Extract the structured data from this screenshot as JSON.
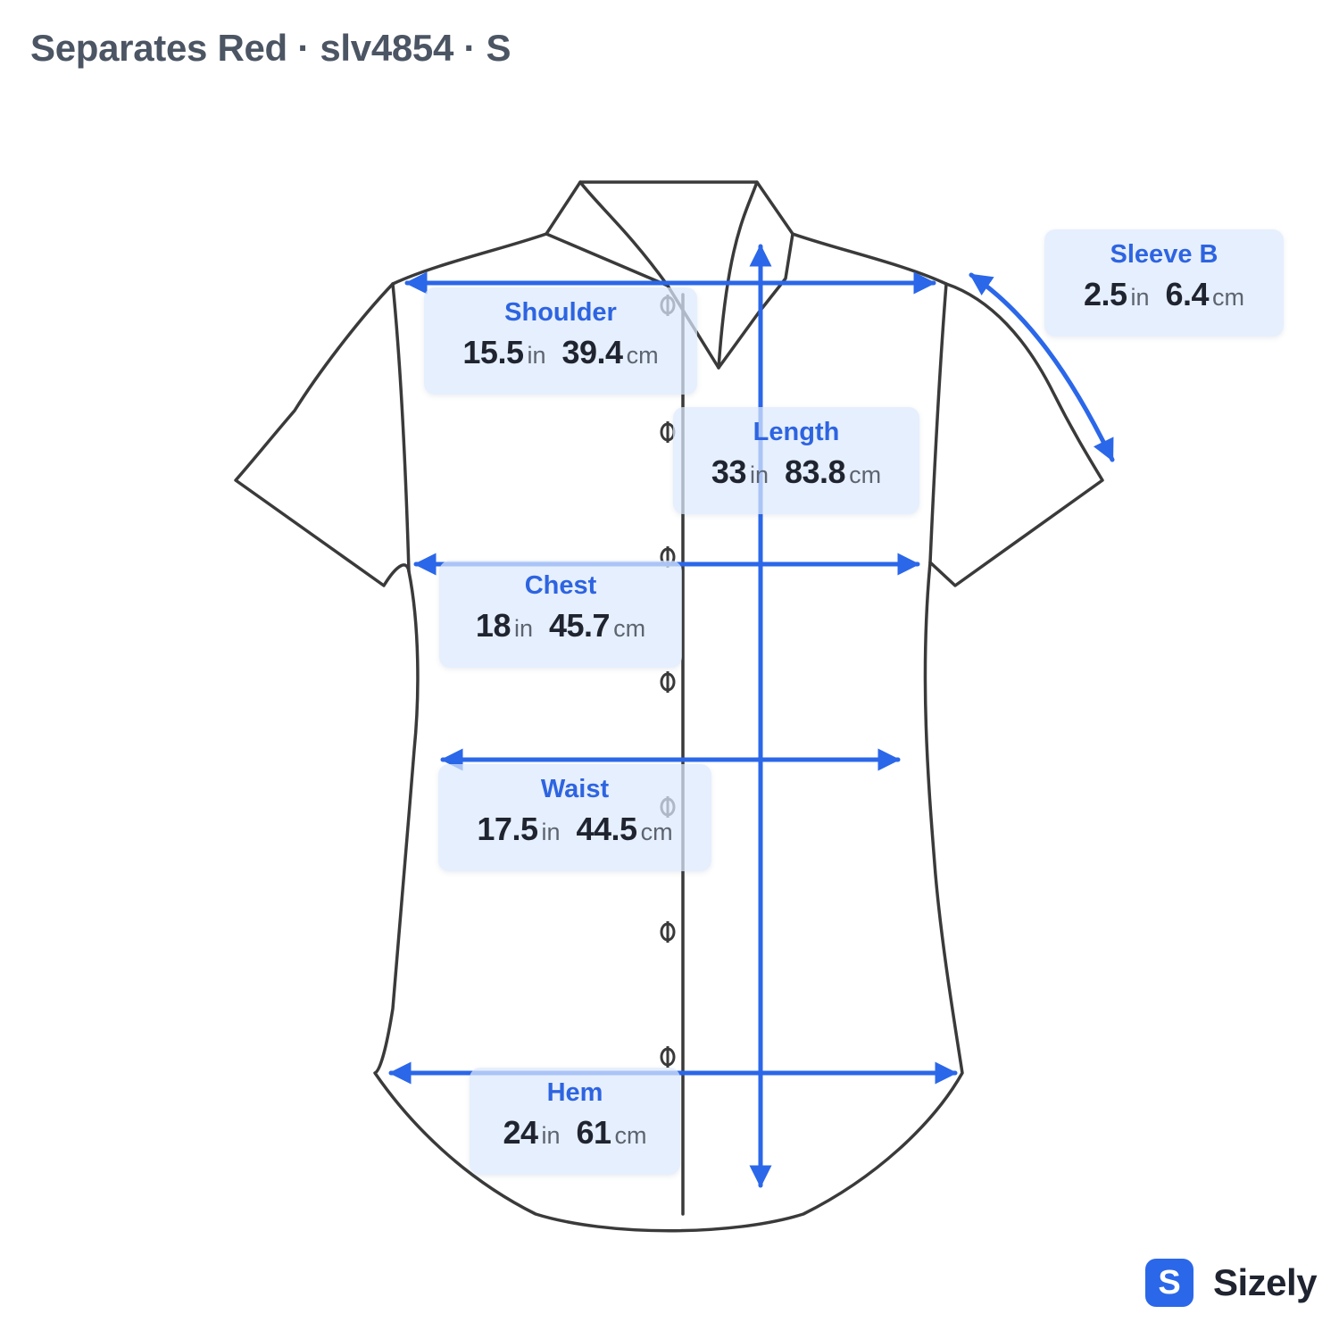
{
  "header": {
    "title": "Separates Red · slv4854 · S"
  },
  "colors": {
    "accent": "#2b67e9",
    "outline": "#3a3a3a",
    "card_bg": "#dde9fc"
  },
  "measurements": {
    "shoulder": {
      "label": "Shoulder",
      "in": "15.5",
      "cm": "39.4",
      "in_unit": "in",
      "cm_unit": "cm"
    },
    "sleeve": {
      "label": "Sleeve B",
      "in": "2.5",
      "cm": "6.4",
      "in_unit": "in",
      "cm_unit": "cm"
    },
    "length": {
      "label": "Length",
      "in": "33",
      "cm": "83.8",
      "in_unit": "in",
      "cm_unit": "cm"
    },
    "chest": {
      "label": "Chest",
      "in": "18",
      "cm": "45.7",
      "in_unit": "in",
      "cm_unit": "cm"
    },
    "waist": {
      "label": "Waist",
      "in": "17.5",
      "cm": "44.5",
      "in_unit": "in",
      "cm_unit": "cm"
    },
    "hem": {
      "label": "Hem",
      "in": "24",
      "cm": "61",
      "in_unit": "in",
      "cm_unit": "cm"
    }
  },
  "brand": {
    "badge_letter": "S",
    "name": "Sizely",
    "icon": "sizely-logo-icon"
  }
}
